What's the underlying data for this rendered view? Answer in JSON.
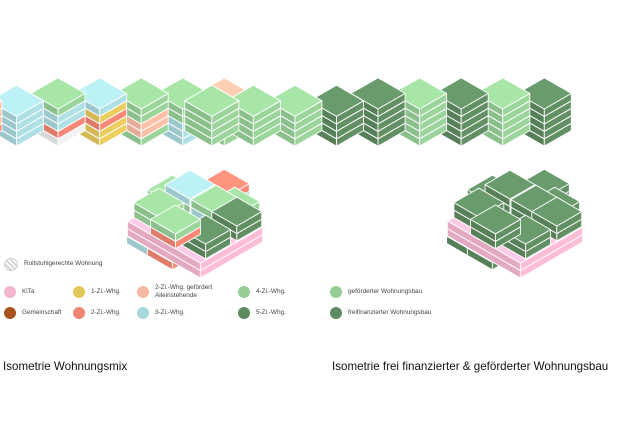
{
  "captions": {
    "left": "Isometrie Wohnungsmix",
    "right": "Isometrie frei finanzierter & geförderter Wohnungsbau"
  },
  "legend_left": {
    "wheelchair": {
      "label": "Rollstuhlgerechte Wohnung",
      "icon": "hatch-circle-icon"
    },
    "items": [
      {
        "key": "kita",
        "label": "KiTa",
        "color": "#f4b6cf"
      },
      {
        "key": "gemeinschaft",
        "label": "Gemeinschaft",
        "color": "#a8521e"
      },
      {
        "key": "zi1",
        "label": "1-Zi.-Whg.",
        "color": "#e3c65a"
      },
      {
        "key": "zi2",
        "label": "2-Zi.-Whg.",
        "color": "#ef8471"
      },
      {
        "key": "zi2_alleinstehende",
        "label": "2-Zi.-Whg. gefördert Alleinstehende",
        "color": "#f6b9a1"
      },
      {
        "key": "zi3",
        "label": "3-Zi.-Whg.",
        "color": "#a8d7dc"
      },
      {
        "key": "zi4",
        "label": "4-Zi.-Whg.",
        "color": "#95cd95"
      },
      {
        "key": "zi5",
        "label": "5-Zi.-Whg.",
        "color": "#5e8a60"
      }
    ]
  },
  "legend_right": {
    "items": [
      {
        "key": "gefoerdert",
        "label": "geförderter Wohnungsbau",
        "color": "#95cd95"
      },
      {
        "key": "frei",
        "label": "freifinanzierter Wohnungsbau",
        "color": "#5e8a60"
      }
    ]
  }
}
